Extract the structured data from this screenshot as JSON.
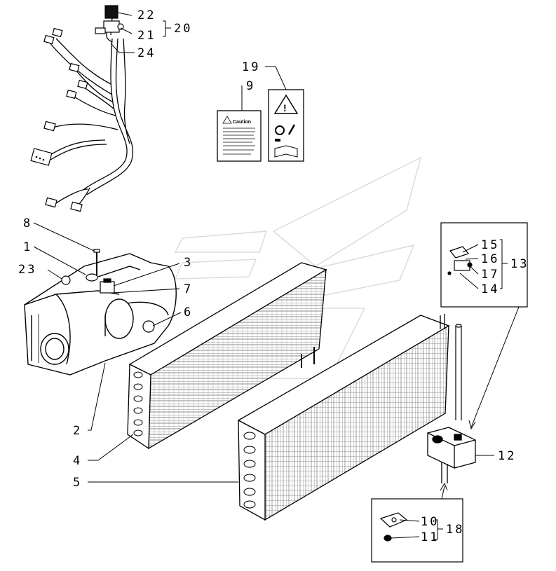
{
  "callouts": {
    "c1": "1",
    "c2": "2",
    "c3": "3",
    "c4": "4",
    "c5": "5",
    "c6": "6",
    "c7": "7",
    "c8": "8",
    "c9": "9",
    "c10": "10",
    "c11": "11",
    "c12": "12",
    "c13": "13",
    "c14": "14",
    "c15": "15",
    "c16": "16",
    "c17": "17",
    "c18": "18",
    "c19": "19",
    "c20": "20",
    "c21": "21",
    "c22": "22",
    "c23": "23",
    "c24": "24"
  },
  "decal_9": {
    "title": "Caution"
  },
  "decal_19": {
    "symbol": "!"
  }
}
